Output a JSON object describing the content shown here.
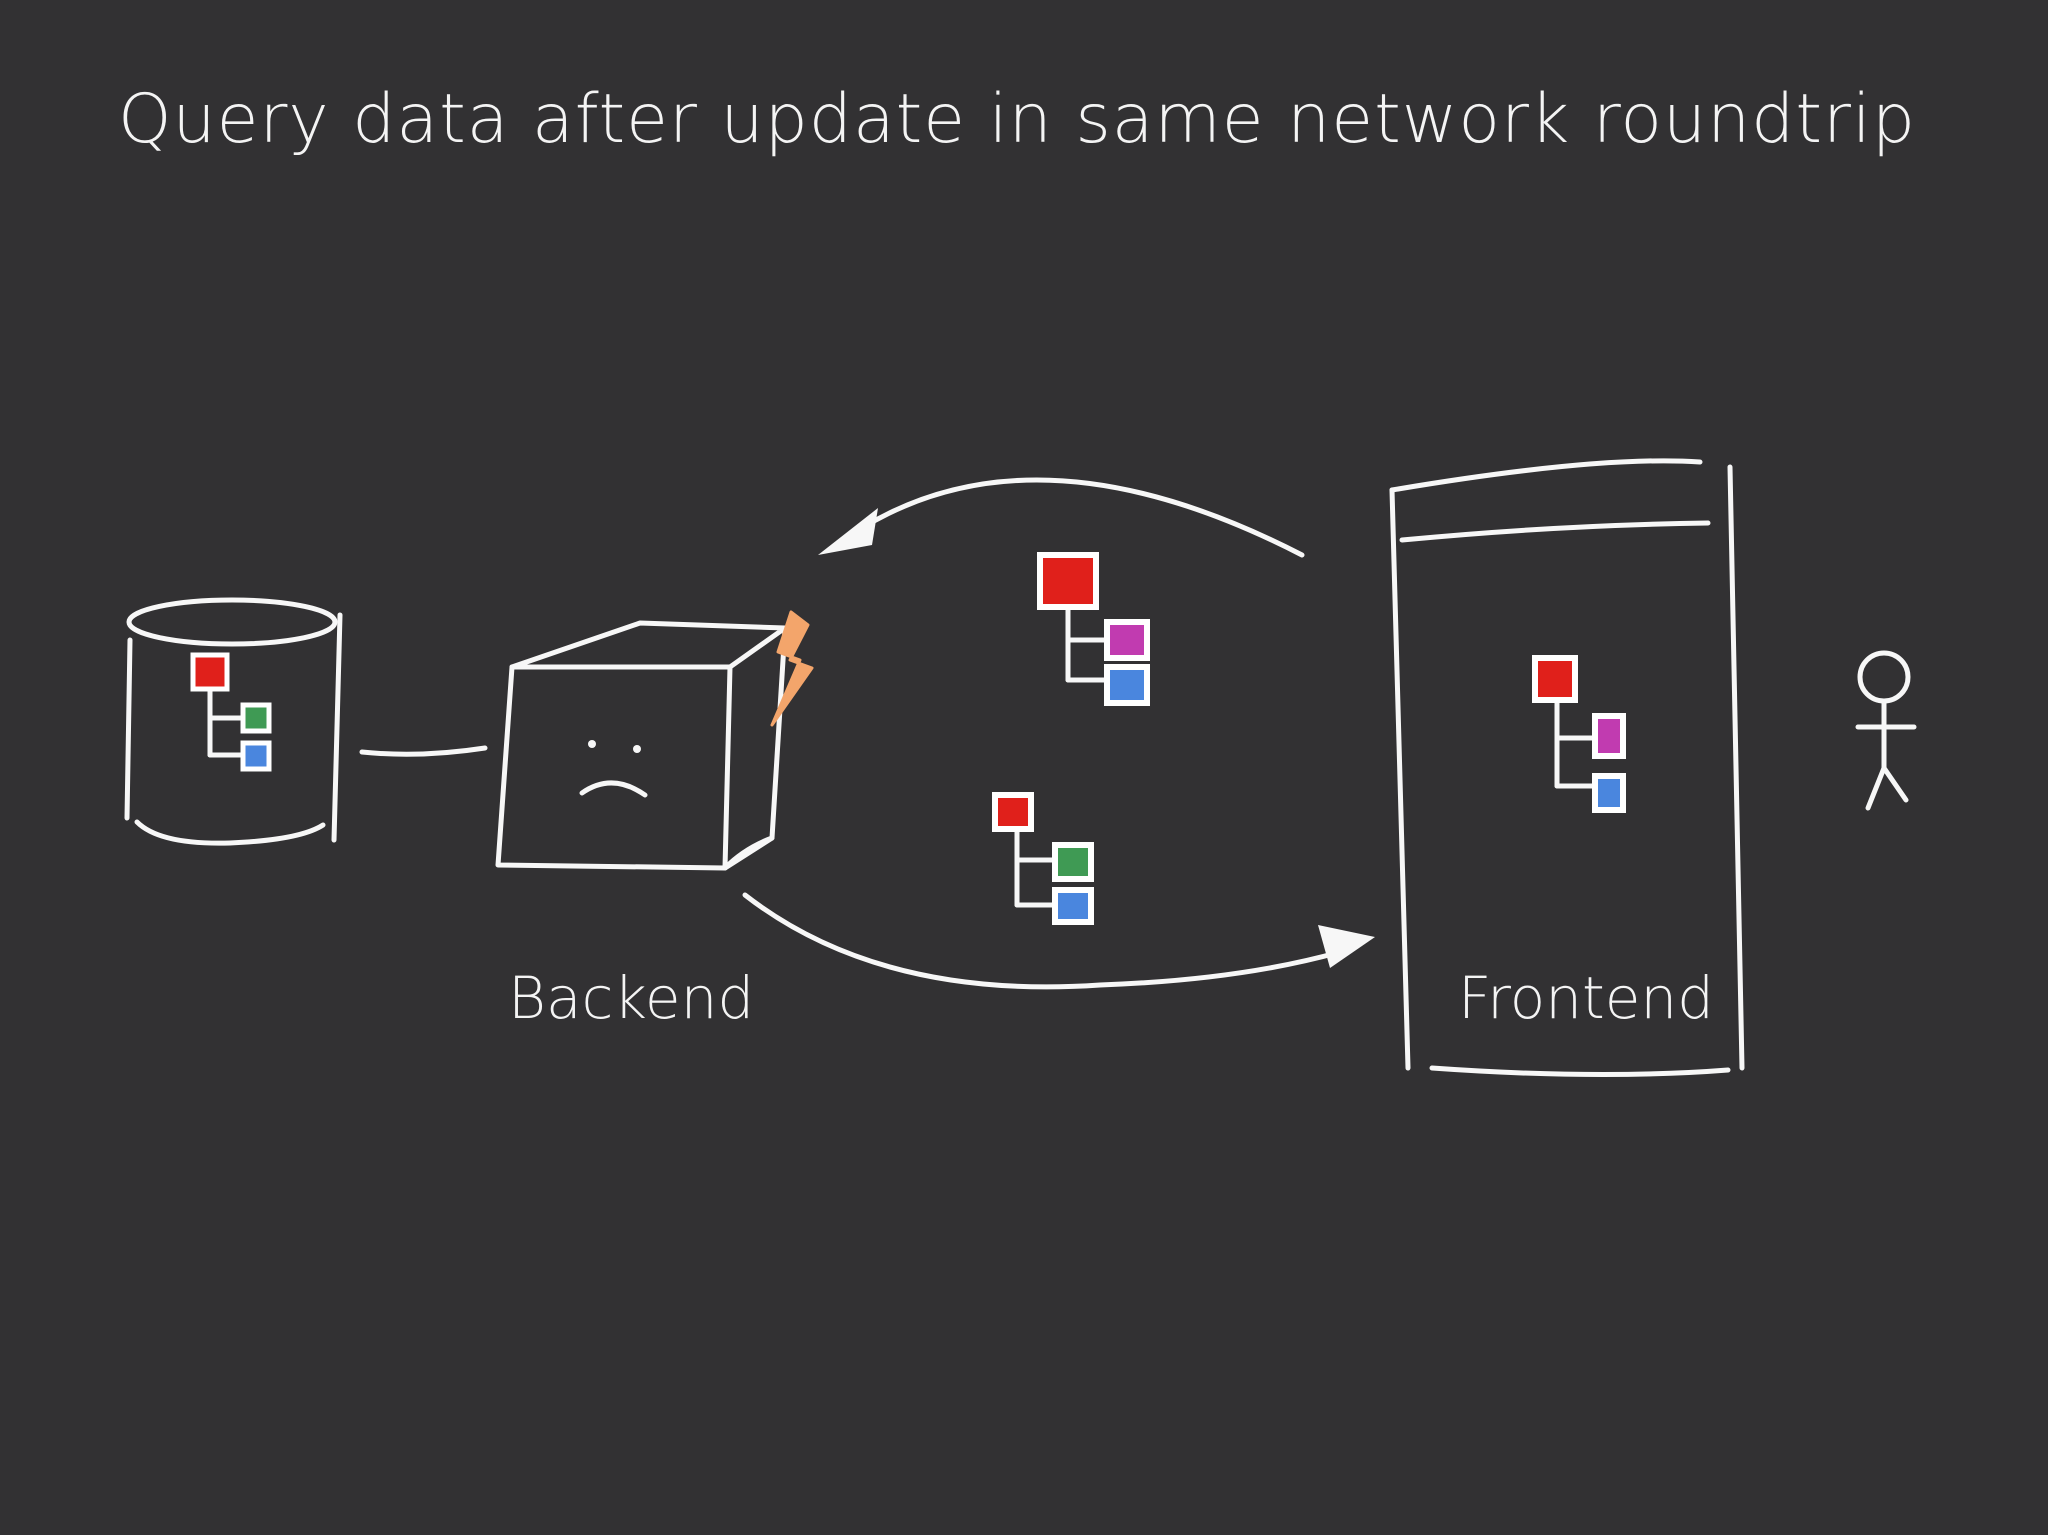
{
  "slide": {
    "title": "Query data after update in same network roundtrip"
  },
  "diagram": {
    "backend_label": "Backend",
    "frontend_label": "Frontend"
  },
  "colors": {
    "background": "#323133",
    "stroke": "#f7f7f7",
    "node_red": "#e0201b",
    "node_green": "#3f9a54",
    "node_blue": "#4a86de",
    "node_magenta": "#c13bb0",
    "lightning": "#f3a56b"
  }
}
